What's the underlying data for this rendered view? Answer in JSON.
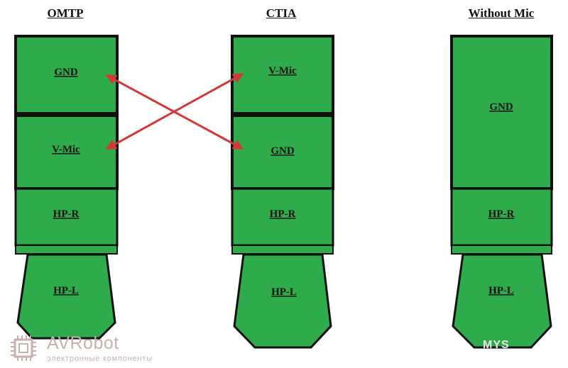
{
  "titles": {
    "omtp": "OMTP",
    "ctia": "CTIA",
    "without_mic": "Without Mic"
  },
  "omtp": {
    "seg1": "GND",
    "seg2": "V-Mic",
    "seg3": "HP-R",
    "seg4": "HP-L"
  },
  "ctia": {
    "seg1": "V-Mic",
    "seg2": "GND",
    "seg3": "HP-R",
    "seg4": "HP-L"
  },
  "without_mic": {
    "seg1": "GND",
    "seg3": "HP-R",
    "seg4": "HP-L"
  },
  "watermark": {
    "brand": "AVRobot",
    "subtitle": "электронные компоненты",
    "corner": "MYS"
  },
  "colors": {
    "plug_fill": "#2eab4a",
    "outline": "#101010",
    "arrow": "#d23a3a",
    "watermark": "#c9b0ae"
  }
}
